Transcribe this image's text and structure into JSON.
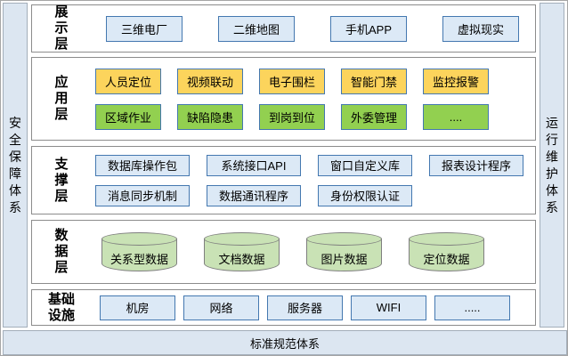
{
  "title": "电厂系统分层架构图",
  "sidebars": {
    "left": "安\n全\n保\n障\n体\n系",
    "right": "运\n行\n维\n护\n体\n系"
  },
  "bottom_bar": {
    "label": "标准规范体系"
  },
  "layers": [
    {
      "id": "presentation",
      "label": "展\n示\n层",
      "rows": [
        {
          "style": "blue",
          "items": [
            "三维电厂",
            "二维地图",
            "手机APP",
            "虚拟现实"
          ]
        }
      ]
    },
    {
      "id": "application",
      "label": "应\n用\n层",
      "rows": [
        {
          "style": "yellow",
          "items": [
            "人员定位",
            "视频联动",
            "电子围栏",
            "智能门禁",
            "监控报警"
          ]
        },
        {
          "style": "green",
          "items": [
            "区域作业",
            "缺陷隐患",
            "到岗到位",
            "外委管理",
            "...."
          ]
        }
      ]
    },
    {
      "id": "support",
      "label": "支\n撑\n层",
      "rows": [
        {
          "style": "blue",
          "items": [
            "数据库操作包",
            "系统接口API",
            "窗口自定义库",
            "报表设计程序"
          ]
        },
        {
          "style": "blue",
          "items": [
            "消息同步机制",
            "数据通讯程序",
            "身份权限认证"
          ]
        }
      ]
    },
    {
      "id": "data",
      "label": "数\n据\n层",
      "rows": [
        {
          "style": "cylinder",
          "items": [
            "关系型数据",
            "文档数据",
            "图片数据",
            "定位数据"
          ]
        }
      ]
    },
    {
      "id": "infrastructure",
      "label": "基础\n设施",
      "rows": [
        {
          "style": "blue",
          "items": [
            "机房",
            "网络",
            "服务器",
            "WIFI",
            "....."
          ]
        }
      ]
    }
  ],
  "colors": {
    "panel_fill": "#dce6f1",
    "panel_border": "#a3aeba",
    "layer_border": "#8c8c8c",
    "box_border": "#4478b0",
    "blue_fill": "#dce9f6",
    "yellow_fill": "#fcd45c",
    "green_fill": "#92d050",
    "cylinder_fill": "#c9e2b5",
    "cylinder_border": "#7f7f7f",
    "text": "#000000"
  }
}
